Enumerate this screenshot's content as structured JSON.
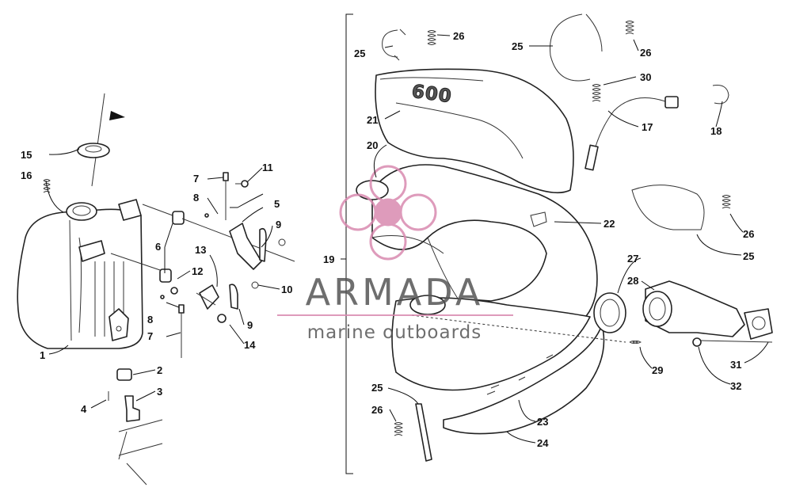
{
  "watermark": {
    "brand": "ARMADA",
    "tagline": "marine outboards",
    "pink": "#d98ab0",
    "gray": "#555555"
  },
  "engraving": "600",
  "callouts": {
    "n1": "1",
    "n2": "2",
    "n3": "3",
    "n4": "4",
    "n5": "5",
    "n6": "6",
    "n7a": "7",
    "n7b": "7",
    "n8a": "8",
    "n8b": "8",
    "n9a": "9",
    "n9b": "9",
    "n10": "10",
    "n11": "11",
    "n12": "12",
    "n13": "13",
    "n14": "14",
    "n15": "15",
    "n16": "16",
    "n17": "17",
    "n18": "18",
    "n19": "19",
    "n20": "20",
    "n21": "21",
    "n22": "22",
    "n23": "23",
    "n24": "24",
    "n25a": "25",
    "n25b": "25",
    "n25c": "25",
    "n25d": "25",
    "n26a": "26",
    "n26b": "26",
    "n26c": "26",
    "n26d": "26",
    "n27": "27",
    "n28": "28",
    "n29": "29",
    "n30": "30",
    "n31": "31",
    "n32": "32"
  }
}
